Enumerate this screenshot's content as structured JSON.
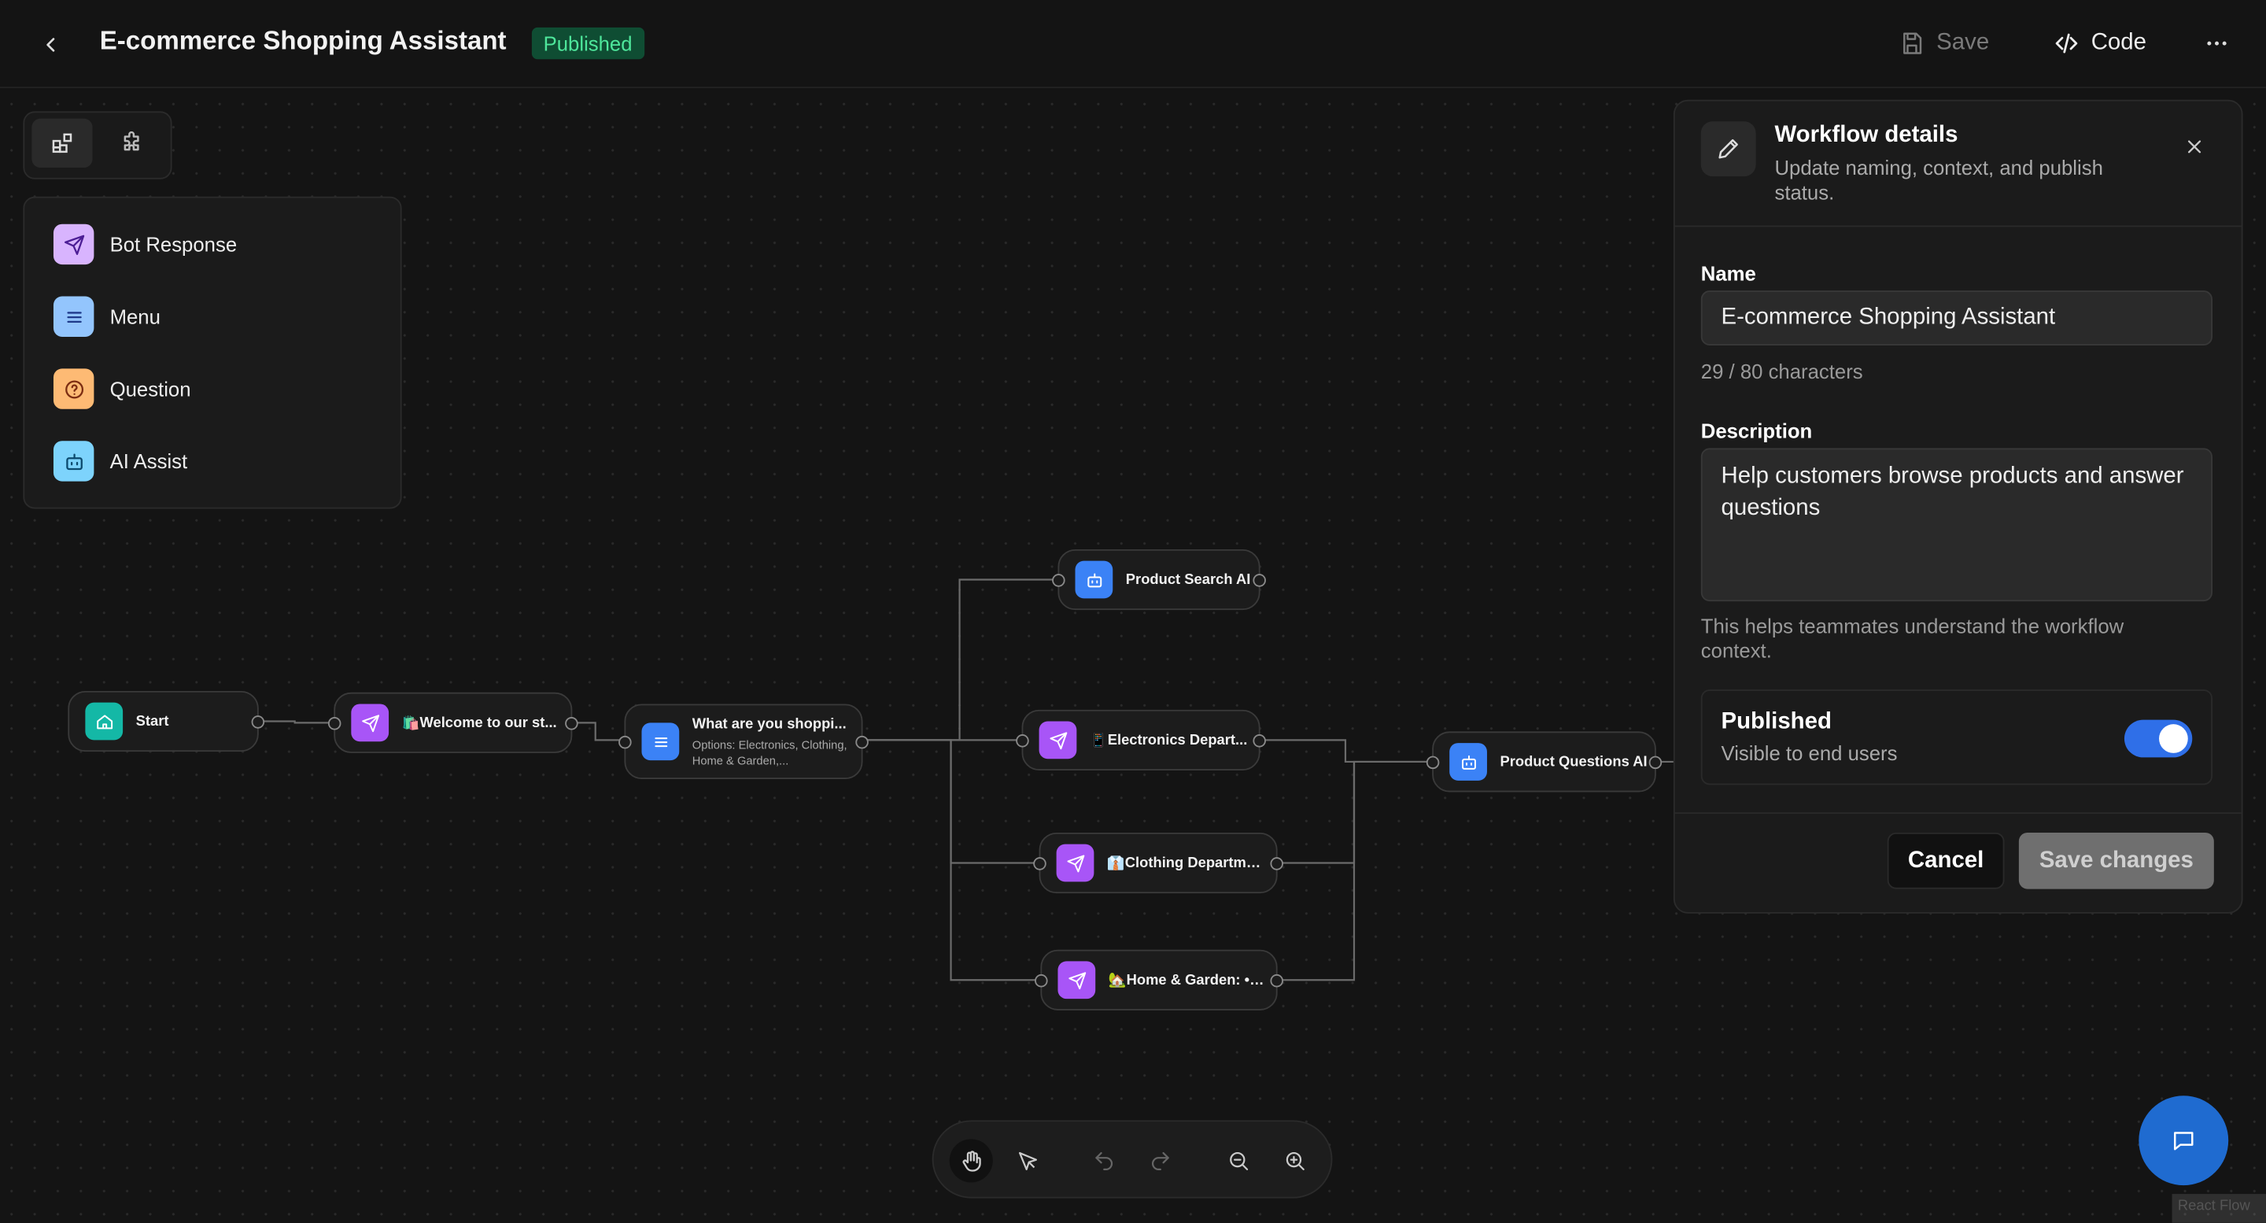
{
  "header": {
    "back_label": "Back",
    "title": "E-commerce Shopping Assistant",
    "status_badge": "Published",
    "save_label": "Save",
    "code_label": "Code"
  },
  "palette": {
    "items": [
      {
        "label": "Bot Response",
        "icon": "send-icon",
        "color": "#d8b4fe"
      },
      {
        "label": "Menu",
        "icon": "list-icon",
        "color": "#93c5fd"
      },
      {
        "label": "Question",
        "icon": "help-circle-icon",
        "color": "#fdba74"
      },
      {
        "label": "AI Assist",
        "icon": "bot-icon",
        "color": "#7dd3fc"
      }
    ]
  },
  "nodes": {
    "start": {
      "label": "Start",
      "icon": "home-icon",
      "color": "#14b8a6"
    },
    "welcome": {
      "label": "🛍️Welcome to our st...",
      "icon": "send-icon",
      "color": "#a855f7"
    },
    "menu": {
      "label": "What are you shoppi...",
      "sub": "Options: Electronics, Clothing, Home & Garden,...",
      "icon": "list-icon",
      "color": "#3b82f6"
    },
    "product_search": {
      "label": "Product Search AI",
      "icon": "bot-icon",
      "color": "#3b82f6"
    },
    "electronics": {
      "label": "📱Electronics Depart...",
      "icon": "send-icon",
      "color": "#a855f7"
    },
    "clothing": {
      "label": "👔Clothing Departme...",
      "icon": "send-icon",
      "color": "#a855f7"
    },
    "home_garden": {
      "label": "🏡Home & Garden: • ...",
      "icon": "send-icon",
      "color": "#a855f7"
    },
    "product_questions": {
      "label": "Product Questions AI",
      "icon": "bot-icon",
      "color": "#3b82f6"
    }
  },
  "panel": {
    "title": "Workflow details",
    "subtitle": "Update naming, context, and publish status.",
    "name_label": "Name",
    "name_value": "E-commerce Shopping Assistant",
    "char_count": "29 / 80 characters",
    "description_label": "Description",
    "description_value": "Help customers browse products and answer questions",
    "description_hint": "This helps teammates understand the workflow context.",
    "published_title": "Published",
    "published_sub": "Visible to end users",
    "published": true,
    "cancel_label": "Cancel",
    "save_changes_label": "Save changes"
  },
  "attribution": "React Flow",
  "colors": {
    "accent": "#2f6fe8",
    "badge_bg": "#0f4d33",
    "badge_text": "#4ee69b",
    "fab": "#1f6bd0"
  }
}
